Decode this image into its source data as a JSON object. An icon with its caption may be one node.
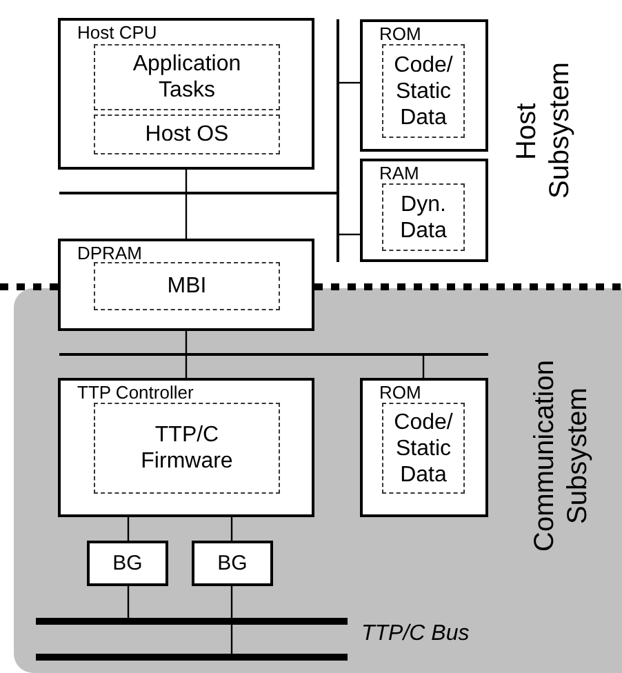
{
  "diagram": {
    "nodes": [
      {
        "text": [
          "Host CPU"
        ]
      },
      {
        "text": [
          "Application Tasks"
        ],
        "in": 0
      },
      {
        "text": [
          "Host OS"
        ],
        "in": 0
      },
      {
        "text": [
          "ROM"
        ]
      },
      {
        "text": [
          "Code/ Static Data"
        ],
        "in": 3
      },
      {
        "text": [
          "RAM"
        ]
      },
      {
        "text": [
          "Dyn. Data"
        ],
        "in": 5
      },
      {
        "text": [],
        "shape": "bar"
      },
      {
        "text": [],
        "shape": "bar"
      },
      {
        "text": [
          "DPRAM"
        ]
      },
      {
        "text": [
          "MBI"
        ],
        "in": 9
      },
      {
        "text": [
          "Communication Subsystem"
        ]
      },
      {
        "text": [],
        "shape": "bar",
        "in": 11
      },
      {
        "text": [
          "TTP Controller"
        ],
        "in": 11
      },
      {
        "text": [
          "TTP/C Firmware"
        ],
        "in": 13
      },
      {
        "text": [
          "ROM"
        ],
        "in": 11
      },
      {
        "text": [
          "Code/ Static Data"
        ],
        "in": 15
      },
      {
        "text": [
          "BG"
        ],
        "in": 11
      },
      {
        "text": [
          "BG"
        ],
        "in": 11
      },
      {
        "text": [],
        "shape": "bar",
        "in": 11
      },
      {
        "text": [],
        "shape": "bar",
        "in": 11
      }
    ],
    "edges": [
      {
        "from": 0,
        "to": 7,
        "arrow": "none"
      },
      {
        "from": 7,
        "to": 9,
        "arrow": "none"
      },
      {
        "from": 8,
        "to": 3,
        "arrow": "none"
      },
      {
        "from": 8,
        "to": 5,
        "arrow": "none"
      },
      {
        "from": 9,
        "to": 12,
        "arrow": "none"
      },
      {
        "from": 12,
        "to": 13,
        "arrow": "none"
      },
      {
        "from": 12,
        "to": 15,
        "arrow": "none"
      },
      {
        "from": 13,
        "to": 17,
        "arrow": "none"
      },
      {
        "from": 13,
        "to": 18,
        "arrow": "none"
      },
      {
        "from": 17,
        "to": 19,
        "arrow": "none"
      },
      {
        "from": 18,
        "to": 20,
        "arrow": "none"
      }
    ],
    "labels": [
      "Host Subsystem",
      "TTP/C Bus"
    ]
  }
}
